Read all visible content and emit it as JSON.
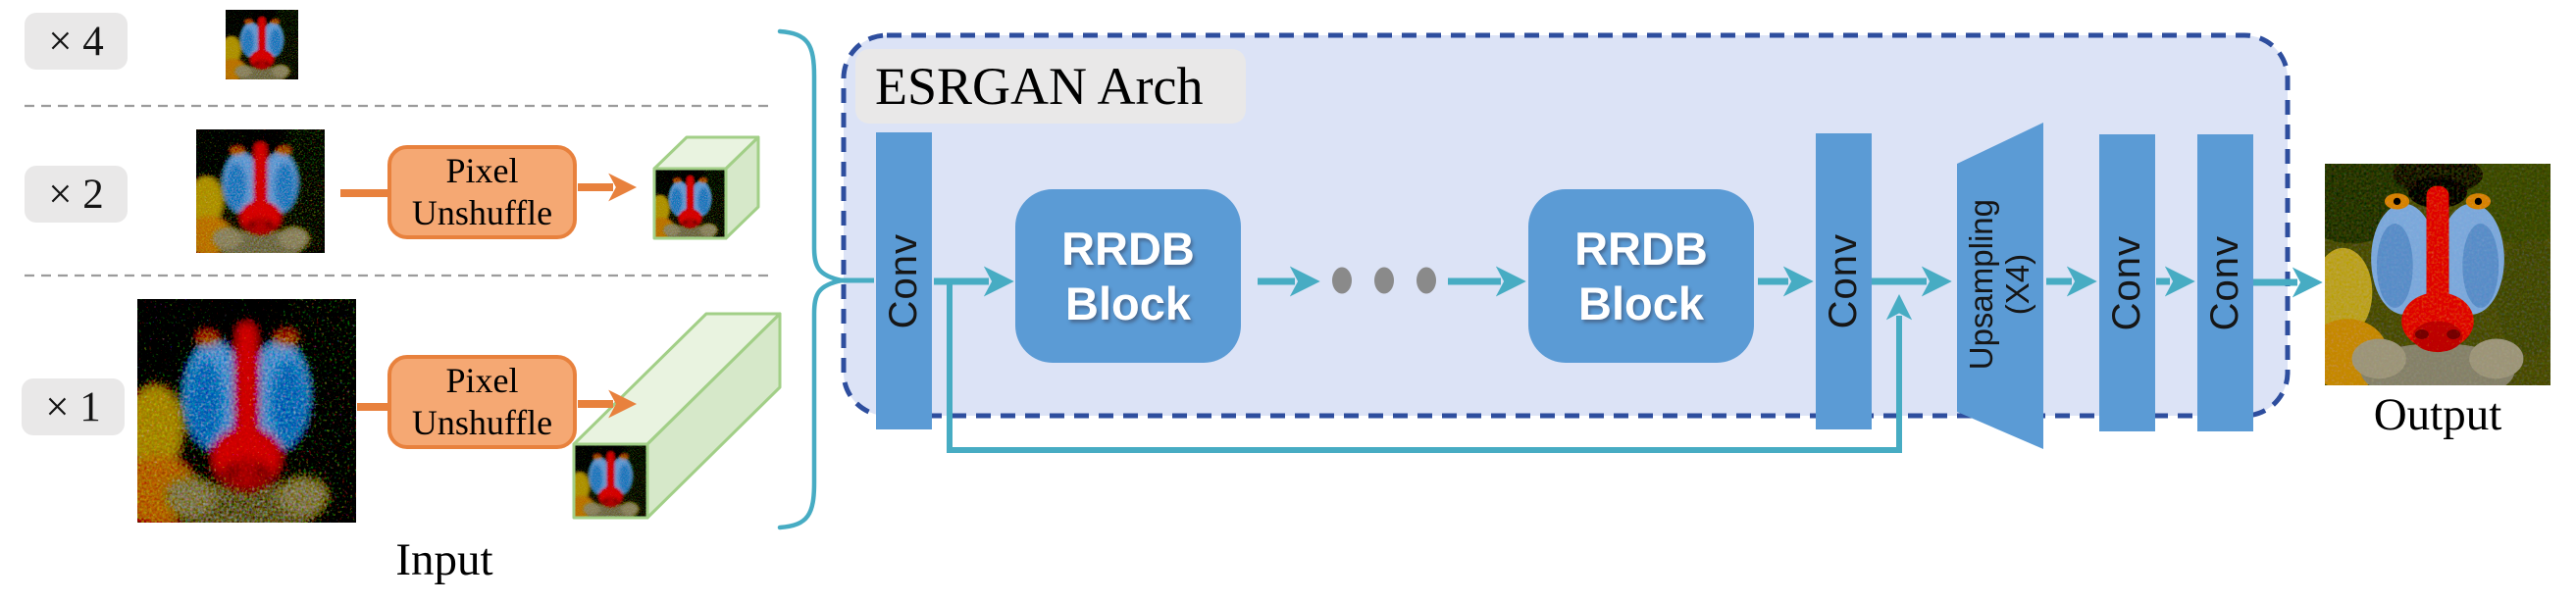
{
  "diagram": {
    "input_section": {
      "scale_labels": [
        {
          "label": "× 4"
        },
        {
          "label": "× 2"
        },
        {
          "label": "× 1"
        }
      ],
      "pixel_unshuffle_boxes": [
        {
          "line1": "Pixel",
          "line2": "Unshuffle"
        },
        {
          "line1": "Pixel",
          "line2": "Unshuffle"
        }
      ],
      "caption": "Input"
    },
    "arch": {
      "title": "ESRGAN Arch",
      "conv_labels": [
        "Conv",
        "Conv",
        "Conv",
        "Conv"
      ],
      "rrdb_blocks": [
        {
          "line1": "RRDB",
          "line2": "Block"
        },
        {
          "line1": "RRDB",
          "line2": "Block"
        }
      ],
      "upsampling": {
        "line1": "Upsampling",
        "line2": "(X4)"
      },
      "ellipsis_dot_count": 3
    },
    "output_section": {
      "caption": "Output"
    },
    "colors": {
      "block_blue": "#5b9bd5",
      "arrow_teal": "#47acc3",
      "orange_fill": "#f5a873",
      "orange_stroke": "#e8813d",
      "panel_fill": "#dce3f6",
      "panel_border": "#2e4e9e",
      "label_bg": "#e9e8e8",
      "dot_gray": "#8a8a8a",
      "green_fill": "#e9f3e0",
      "green_side": "#d6e8c9",
      "green_border": "#a2cf87"
    }
  }
}
